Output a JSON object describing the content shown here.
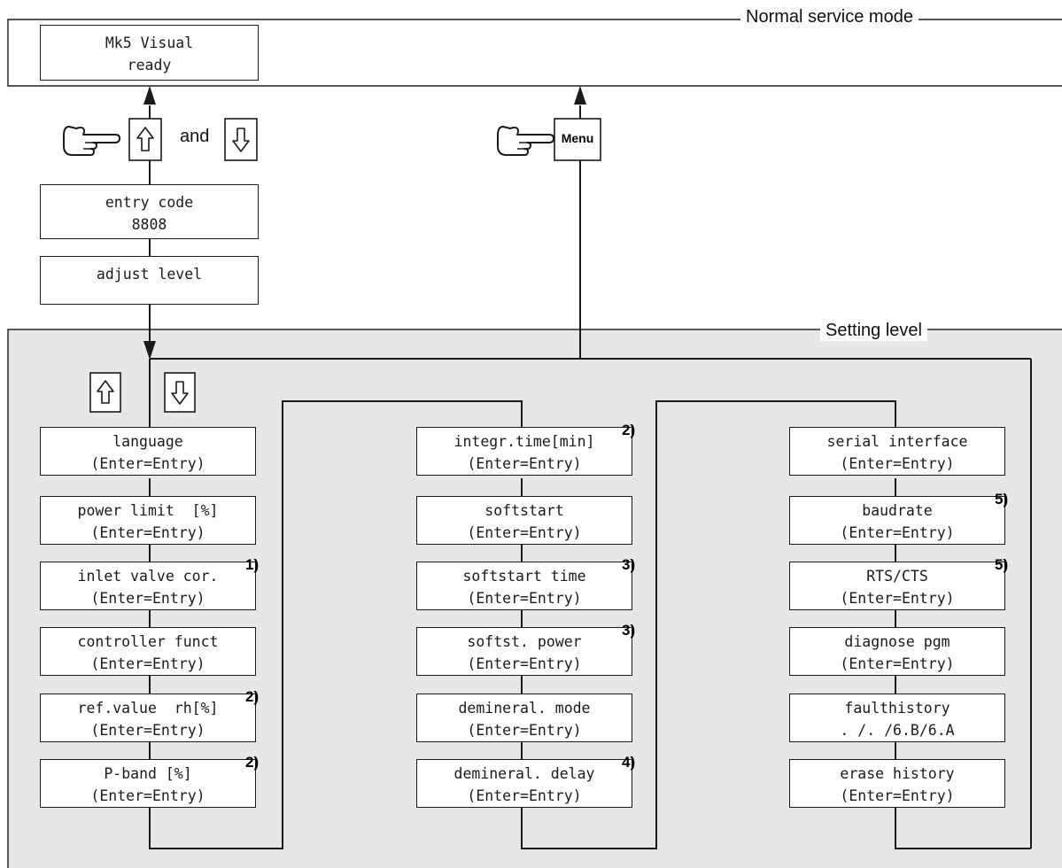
{
  "frames": {
    "normal_service_mode": "Normal service mode",
    "setting_level": "Setting level"
  },
  "top_displays": {
    "mk5": [
      "Mk5 Visual",
      "ready"
    ],
    "entry_code": [
      "entry code",
      "8808"
    ],
    "adjust_level": [
      "adjust level",
      ""
    ]
  },
  "controls": {
    "and_label": "and",
    "menu_key": "Menu"
  },
  "columns": [
    {
      "items": [
        {
          "line1": "language",
          "line2": "(Enter=Entry)",
          "note": ""
        },
        {
          "line1": "power limit  [%]",
          "line2": "(Enter=Entry)",
          "note": ""
        },
        {
          "line1": "inlet valve cor.",
          "line2": "(Enter=Entry)",
          "note": "1)"
        },
        {
          "line1": "controller funct",
          "line2": "(Enter=Entry)",
          "note": ""
        },
        {
          "line1": "ref.value  rh[%]",
          "line2": "(Enter=Entry)",
          "note": "2)"
        },
        {
          "line1": "P-band [%]",
          "line2": "(Enter=Entry)",
          "note": "2)"
        }
      ]
    },
    {
      "items": [
        {
          "line1": "integr.time[min]",
          "line2": "(Enter=Entry)",
          "note": "2)"
        },
        {
          "line1": "softstart",
          "line2": "(Enter=Entry)",
          "note": ""
        },
        {
          "line1": "softstart time",
          "line2": "(Enter=Entry)",
          "note": "3)"
        },
        {
          "line1": "softst. power",
          "line2": "(Enter=Entry)",
          "note": "3)"
        },
        {
          "line1": "demineral. mode",
          "line2": "(Enter=Entry)",
          "note": ""
        },
        {
          "line1": "demineral. delay",
          "line2": "(Enter=Entry)",
          "note": "4)"
        }
      ]
    },
    {
      "items": [
        {
          "line1": "serial interface",
          "line2": "(Enter=Entry)",
          "note": ""
        },
        {
          "line1": "baudrate",
          "line2": "(Enter=Entry)",
          "note": "5)"
        },
        {
          "line1": "RTS/CTS",
          "line2": "(Enter=Entry)",
          "note": "5)"
        },
        {
          "line1": "diagnose pgm",
          "line2": "(Enter=Entry)",
          "note": ""
        },
        {
          "line1": "faulthistory",
          "line2": ". /. /6.B/6.A",
          "note": ""
        },
        {
          "line1": "erase history",
          "line2": "(Enter=Entry)",
          "note": ""
        }
      ]
    }
  ]
}
